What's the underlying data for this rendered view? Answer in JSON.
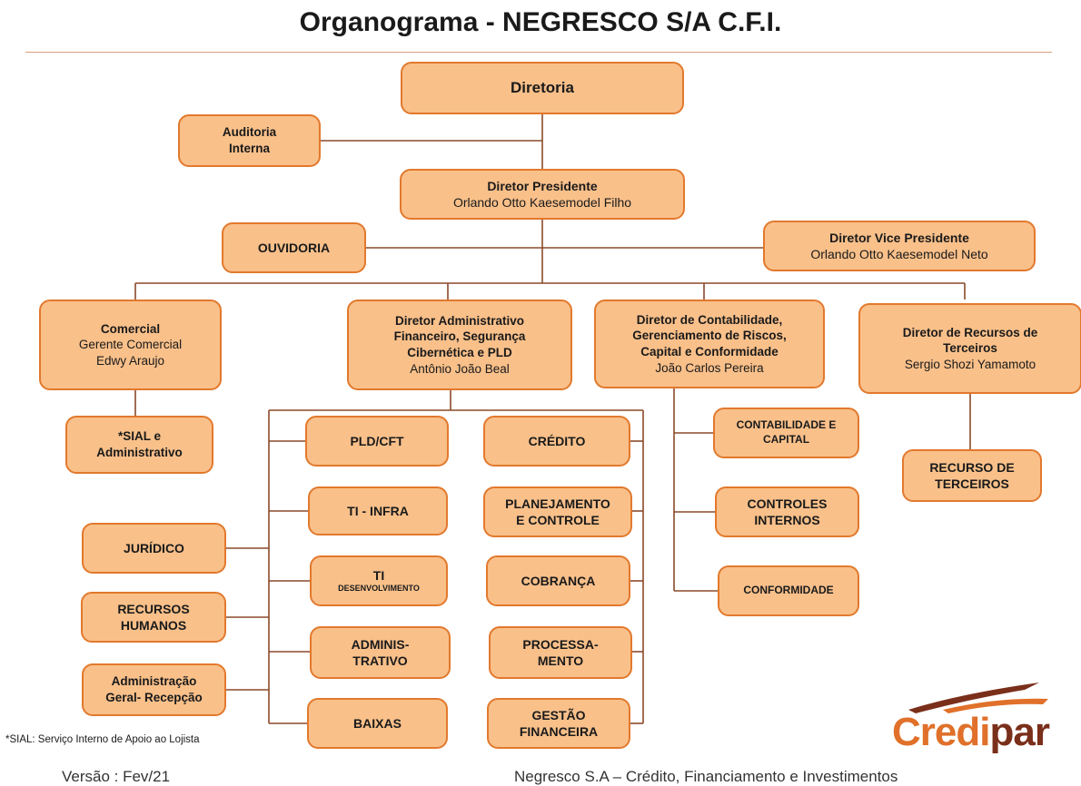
{
  "title": "Organograma - NEGRESCO S/A C.F.I.",
  "colors": {
    "fill": "#f9c08a",
    "border": "#e2792d",
    "line": "#8a4a2a"
  },
  "nodes": {
    "diretoria": {
      "l1": "Diretoria"
    },
    "auditoria": {
      "l1": "Auditoria",
      "l2": "Interna"
    },
    "presidente": {
      "l1": "Diretor Presidente",
      "l2": "Orlando Otto Kaesemodel Filho"
    },
    "ouvidoria": {
      "l1": "OUVIDORIA"
    },
    "vice": {
      "l1": "Diretor Vice Presidente",
      "l2": "Orlando Otto Kaesemodel Neto"
    },
    "comercial": {
      "l1": "Comercial",
      "l2": "Gerente Comercial",
      "l3": "Edwy Araujo"
    },
    "adm_fin": {
      "l1": "Diretor Administrativo",
      "l2": "Financeiro, Segurança",
      "l3": "Cibernética e PLD",
      "l4": "Antônio João Beal"
    },
    "contab": {
      "l1": "Diretor de Contabilidade,",
      "l2": "Gerenciamento de Riscos,",
      "l3": "Capital e Conformidade",
      "l4": "João Carlos Pereira"
    },
    "recursos": {
      "l1": "Diretor  de Recursos de",
      "l2": "Terceiros",
      "l3": "Sergio Shozi Yamamoto"
    },
    "sial": {
      "l1": "*SIAL e",
      "l2": "Administrativo"
    },
    "pld": {
      "l1": "PLD/CFT"
    },
    "credito": {
      "l1": "CRÉDITO"
    },
    "contab_cap": {
      "l1": "CONTABILIDADE E",
      "l2": "CAPITAL"
    },
    "rec_terc": {
      "l1": "RECURSO DE",
      "l2": "TERCEIROS"
    },
    "ti_infra": {
      "l1": "TI - INFRA"
    },
    "planej": {
      "l1": "PLANEJAMENTO",
      "l2": "E CONTROLE"
    },
    "controles": {
      "l1": "CONTROLES",
      "l2": "INTERNOS"
    },
    "juridico": {
      "l1": "JURÍDICO"
    },
    "ti_dev": {
      "l1": "TI",
      "l2": "DESENVOLVIMENTO"
    },
    "cobranca": {
      "l1": "COBRANÇA"
    },
    "conformidade": {
      "l1": "CONFORMIDADE"
    },
    "rh": {
      "l1": "RECURSOS",
      "l2": "HUMANOS"
    },
    "adminis": {
      "l1": "ADMINIS-",
      "l2": "TRATIVO"
    },
    "process": {
      "l1": "PROCESSA-",
      "l2": "MENTO"
    },
    "adm_geral": {
      "l1": "Administração",
      "l2": "Geral- Recepção"
    },
    "baixas": {
      "l1": "BAIXAS"
    },
    "gestao": {
      "l1": "GESTÃO",
      "l2": "FINANCEIRA"
    }
  },
  "footnote": "*SIAL: Serviço Interno de Apoio ao Lojista",
  "version": "Versão :  Fev/21",
  "company": "Negresco S.A – Crédito, Financiamento e Investimentos",
  "logo": {
    "part1": "Credi",
    "part2": "par"
  }
}
